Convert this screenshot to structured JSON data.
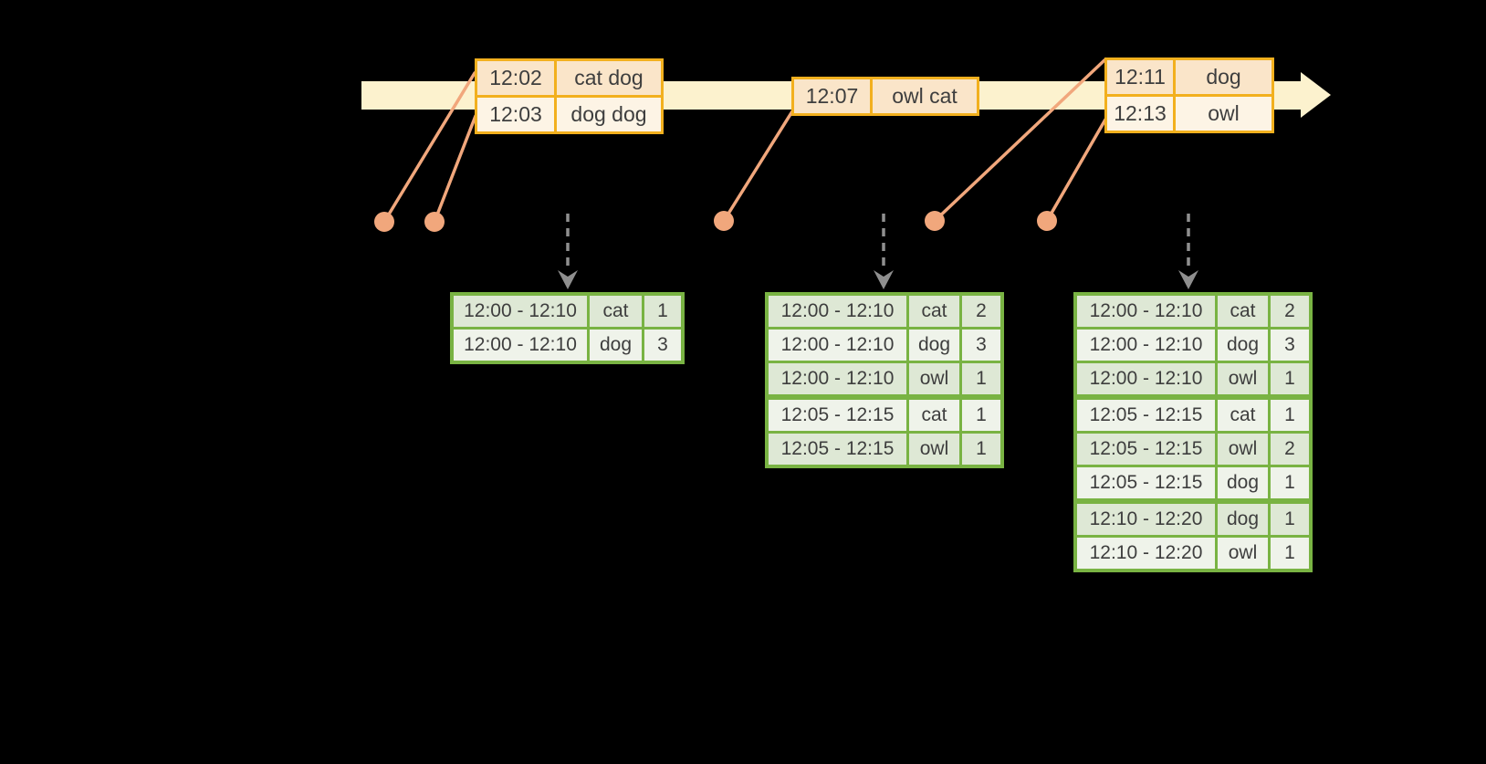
{
  "colors": {
    "timeline_band": "#FCF2CE",
    "event_border": "#F2B01E",
    "event_row_dark": "#FAE5C9",
    "event_row_light": "#FDF4E5",
    "connector": "#F1A77C",
    "trigger_arrow": "#8F8F8F",
    "result_border": "#79B343",
    "result_row_dark": "#DEE8D5",
    "result_row_light": "#EFF3EA",
    "text": "#3E3E3E"
  },
  "input_tables": [
    {
      "rows": [
        {
          "time": "12:02",
          "words": "cat dog"
        },
        {
          "time": "12:03",
          "words": "dog dog"
        }
      ]
    },
    {
      "rows": [
        {
          "time": "12:07",
          "words": "owl cat"
        }
      ]
    },
    {
      "rows": [
        {
          "time": "12:11",
          "words": "dog"
        },
        {
          "time": "12:13",
          "words": "owl"
        }
      ]
    }
  ],
  "result_tables": [
    {
      "rows": [
        {
          "window": "12:00 - 12:10",
          "word": "cat",
          "count": "1"
        },
        {
          "window": "12:00 - 12:10",
          "word": "dog",
          "count": "3"
        }
      ]
    },
    {
      "rows": [
        {
          "window": "12:00 - 12:10",
          "word": "cat",
          "count": "2"
        },
        {
          "window": "12:00 - 12:10",
          "word": "dog",
          "count": "3"
        },
        {
          "window": "12:00 - 12:10",
          "word": "owl",
          "count": "1"
        },
        {
          "window": "12:05 - 12:15",
          "word": "cat",
          "count": "1",
          "group_start": true
        },
        {
          "window": "12:05 - 12:15",
          "word": "owl",
          "count": "1"
        }
      ]
    },
    {
      "rows": [
        {
          "window": "12:00 - 12:10",
          "word": "cat",
          "count": "2"
        },
        {
          "window": "12:00 - 12:10",
          "word": "dog",
          "count": "3"
        },
        {
          "window": "12:00 - 12:10",
          "word": "owl",
          "count": "1"
        },
        {
          "window": "12:05 - 12:15",
          "word": "cat",
          "count": "1",
          "group_start": true
        },
        {
          "window": "12:05 - 12:15",
          "word": "owl",
          "count": "2"
        },
        {
          "window": "12:05 - 12:15",
          "word": "dog",
          "count": "1"
        },
        {
          "window": "12:10 - 12:20",
          "word": "dog",
          "count": "1",
          "group_start": true
        },
        {
          "window": "12:10 - 12:20",
          "word": "owl",
          "count": "1"
        }
      ]
    }
  ]
}
